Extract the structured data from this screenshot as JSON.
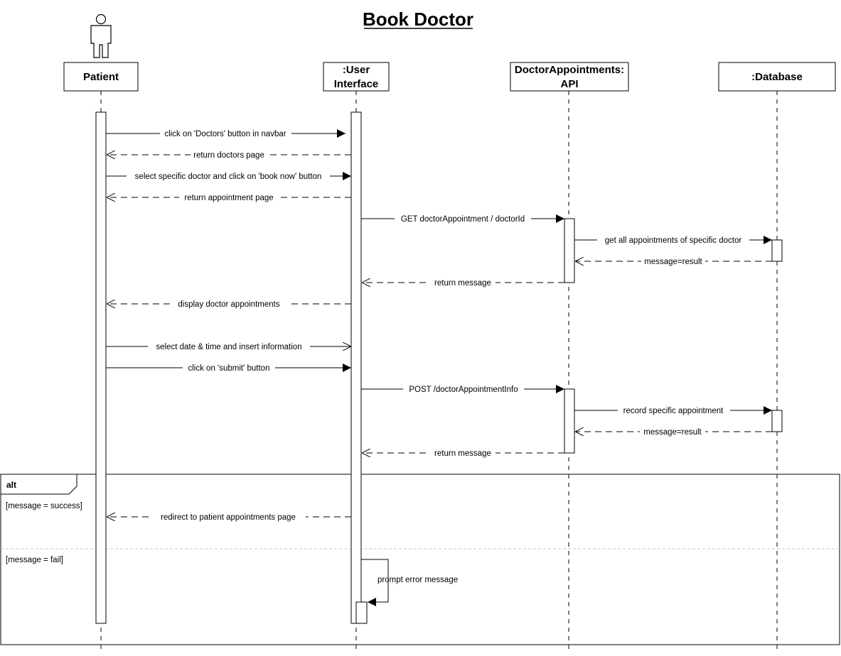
{
  "title": "Book Doctor",
  "participants": [
    {
      "id": "patient",
      "kind": "actor",
      "label_lines": [
        "Patient"
      ]
    },
    {
      "id": "ui",
      "kind": "object",
      "label_lines": [
        ":User",
        "Interface"
      ]
    },
    {
      "id": "api",
      "kind": "object",
      "label_lines": [
        "DoctorAppointments:",
        "API"
      ]
    },
    {
      "id": "db",
      "kind": "object",
      "label_lines": [
        ":Database"
      ]
    }
  ],
  "messages": [
    {
      "from": "patient",
      "to": "ui",
      "type": "sync",
      "label": "click on 'Doctors' button in navbar"
    },
    {
      "from": "ui",
      "to": "patient",
      "type": "return",
      "label": "return doctors page"
    },
    {
      "from": "patient",
      "to": "ui",
      "type": "sync",
      "label": "select specific doctor and click on 'book now' button"
    },
    {
      "from": "ui",
      "to": "patient",
      "type": "return",
      "label": "return appointment page"
    },
    {
      "from": "ui",
      "to": "api",
      "type": "sync",
      "label": "GET doctorAppointment / doctorId"
    },
    {
      "from": "api",
      "to": "db",
      "type": "sync",
      "label": "get  all appointments of specific doctor"
    },
    {
      "from": "db",
      "to": "api",
      "type": "return",
      "label": "message=result"
    },
    {
      "from": "api",
      "to": "ui",
      "type": "return",
      "label": "return message"
    },
    {
      "from": "ui",
      "to": "patient",
      "type": "return",
      "label": "display doctor appointments"
    },
    {
      "from": "patient",
      "to": "ui",
      "type": "async",
      "label": "select date & time and insert information"
    },
    {
      "from": "patient",
      "to": "ui",
      "type": "sync",
      "label": "click on 'submit' button"
    },
    {
      "from": "ui",
      "to": "api",
      "type": "sync",
      "label": "POST /doctorAppointmentInfo"
    },
    {
      "from": "api",
      "to": "db",
      "type": "sync",
      "label": "record specific appointment"
    },
    {
      "from": "db",
      "to": "api",
      "type": "return",
      "label": "message=result"
    },
    {
      "from": "api",
      "to": "ui",
      "type": "return",
      "label": "return message"
    },
    {
      "from": "ui",
      "to": "patient",
      "type": "return",
      "label": "redirect to patient appointments page"
    },
    {
      "from": "ui",
      "to": "ui",
      "type": "self",
      "label": "prompt error message"
    }
  ],
  "alt_frame": {
    "operator": "alt",
    "guards": [
      "[message = success]",
      "[message = fail]"
    ]
  },
  "colors": {
    "line": "#000000",
    "divider": "#c8c8c8",
    "background": "#ffffff"
  }
}
